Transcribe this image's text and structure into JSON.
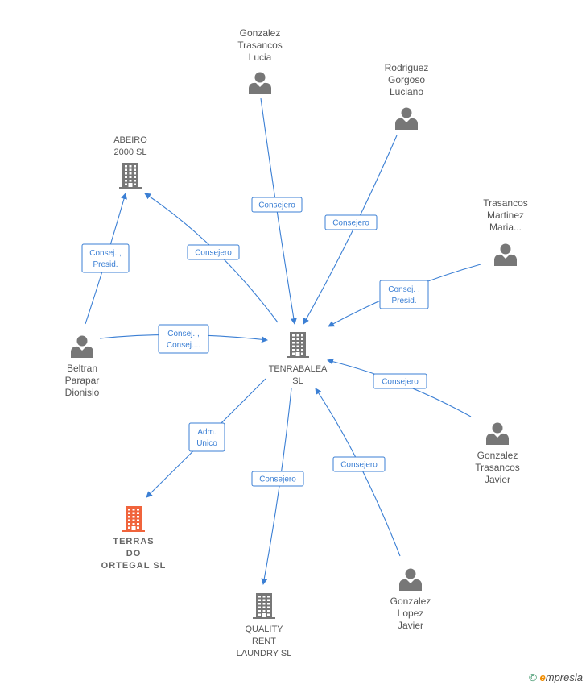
{
  "nodes": [
    {
      "id": "center",
      "type": "company",
      "lines": [
        "TENRABALEA",
        "SL"
      ]
    },
    {
      "id": "abeiro",
      "type": "company",
      "lines": [
        "ABEIRO",
        "2000 SL"
      ]
    },
    {
      "id": "terras",
      "type": "company",
      "target": true,
      "lines": [
        "TERRAS",
        "DO",
        "ORTEGAL  SL"
      ]
    },
    {
      "id": "quality",
      "type": "company",
      "lines": [
        "QUALITY",
        "RENT",
        "LAUNDRY  SL"
      ]
    },
    {
      "id": "lucia",
      "type": "person",
      "lines": [
        "Gonzalez",
        "Trasancos",
        "Lucia"
      ]
    },
    {
      "id": "luciano",
      "type": "person",
      "lines": [
        "Rodriguez",
        "Gorgoso",
        "Luciano"
      ]
    },
    {
      "id": "maria",
      "type": "person",
      "lines": [
        "Trasancos",
        "Martinez",
        "Maria..."
      ]
    },
    {
      "id": "beltran",
      "type": "person",
      "lines": [
        "Beltran",
        "Parapar",
        "Dionisio"
      ]
    },
    {
      "id": "javier_t",
      "type": "person",
      "lines": [
        "Gonzalez",
        "Trasancos",
        "Javier"
      ]
    },
    {
      "id": "javier_l",
      "type": "person",
      "lines": [
        "Gonzalez",
        "Lopez",
        "Javier"
      ]
    }
  ],
  "edges": [
    {
      "id": "e_lucia",
      "from": "lucia",
      "to": "center",
      "label": [
        "Consejero"
      ]
    },
    {
      "id": "e_luciano",
      "from": "luciano",
      "to": "center",
      "label": [
        "Consejero"
      ]
    },
    {
      "id": "e_maria",
      "from": "maria",
      "to": "center",
      "label": [
        "Consej. ,",
        "Presid."
      ]
    },
    {
      "id": "e_center_abeiro",
      "from": "center",
      "to": "abeiro",
      "label": [
        "Consejero"
      ]
    },
    {
      "id": "e_beltran_abeiro",
      "from": "beltran",
      "to": "abeiro",
      "label": [
        "Consej. ,",
        "Presid."
      ]
    },
    {
      "id": "e_beltran_center",
      "from": "beltran",
      "to": "center",
      "label": [
        "Consej. ,",
        "Consej...."
      ]
    },
    {
      "id": "e_javier_t",
      "from": "javier_t",
      "to": "center",
      "label": [
        "Consejero"
      ]
    },
    {
      "id": "e_javier_l",
      "from": "javier_l",
      "to": "center",
      "label": [
        "Consejero"
      ]
    },
    {
      "id": "e_center_terras",
      "from": "center",
      "to": "terras",
      "label": [
        "Adm.",
        "Unico"
      ]
    },
    {
      "id": "e_center_quality",
      "from": "center",
      "to": "quality",
      "label": [
        "Consejero"
      ]
    }
  ],
  "footer": {
    "copyright": "©",
    "brand_e": "e",
    "brand_rest": "mpresia"
  },
  "colors": {
    "edge": "#3b7fd4",
    "node": "#777777",
    "target": "#f0643c"
  }
}
